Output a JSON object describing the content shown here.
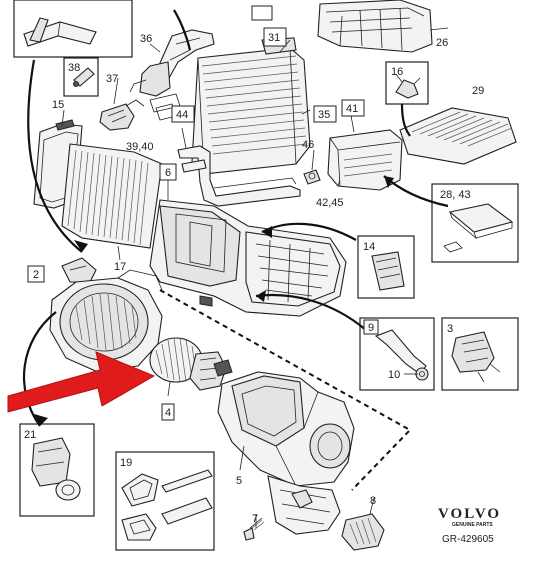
{
  "labels": {
    "p2": "2",
    "p3": "3",
    "p4": "4",
    "p5": "5",
    "p6": "6",
    "p7": "7",
    "p8": "8",
    "p9": "9",
    "p10": "10",
    "p14": "14",
    "p15": "15",
    "p16": "16",
    "p17": "17",
    "p19": "19",
    "p21": "21",
    "p26": "26",
    "p28_43": "28, 43",
    "p29": "29",
    "p31": "31",
    "p35": "35",
    "p36": "36",
    "p37": "37",
    "p38": "38",
    "p39_40": "39,40",
    "p41": "41",
    "p42_45": "42,45",
    "p44": "44",
    "p46": "46"
  },
  "brand": {
    "name": "VOLVO",
    "subtitle": "GENUINE PARTS",
    "reference": "GR-429605"
  },
  "colors": {
    "highlight_arrow": "#e01b1b",
    "line": "#222222"
  }
}
